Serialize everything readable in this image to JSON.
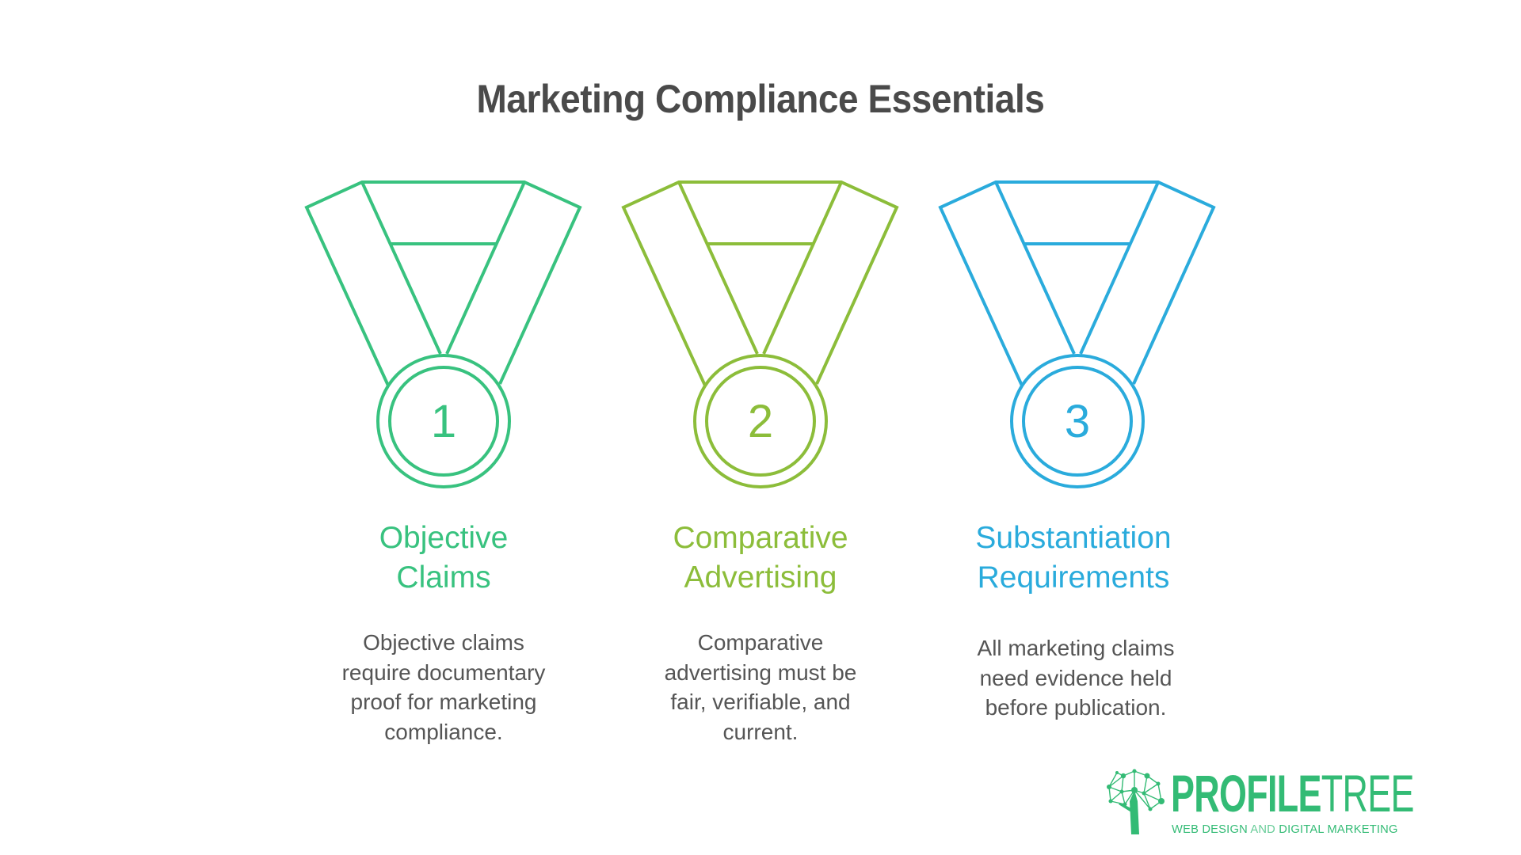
{
  "title": "Marketing Compliance Essentials",
  "colors": {
    "title": "#4a4a4a",
    "text": "#555555",
    "step1": "#38c27f",
    "step2": "#8cbd3a",
    "step3": "#2aabdc",
    "brand": "#33bb75"
  },
  "steps": [
    {
      "number": "1",
      "title_lines": [
        "Objective",
        "Claims"
      ],
      "description_lines": [
        "Objective claims",
        "require documentary",
        "proof for marketing",
        "compliance."
      ],
      "icon": "medal-icon"
    },
    {
      "number": "2",
      "title_lines": [
        "Comparative",
        "Advertising"
      ],
      "description_lines": [
        "Comparative",
        "advertising must be",
        "fair, verifiable, and",
        "current."
      ],
      "icon": "medal-icon"
    },
    {
      "number": "3",
      "title_lines": [
        "Substantiation",
        "Requirements"
      ],
      "description_lines": [
        "All marketing claims",
        "need evidence held",
        "before publication."
      ],
      "icon": "medal-icon"
    }
  ],
  "logo": {
    "word_bold": "PROFILE",
    "word_thin": "TREE",
    "tagline_part1": "WEB DESIGN ",
    "tagline_part2": "AND",
    "tagline_part3": " DIGITAL MARKETING",
    "icon": "tree-network-icon"
  }
}
